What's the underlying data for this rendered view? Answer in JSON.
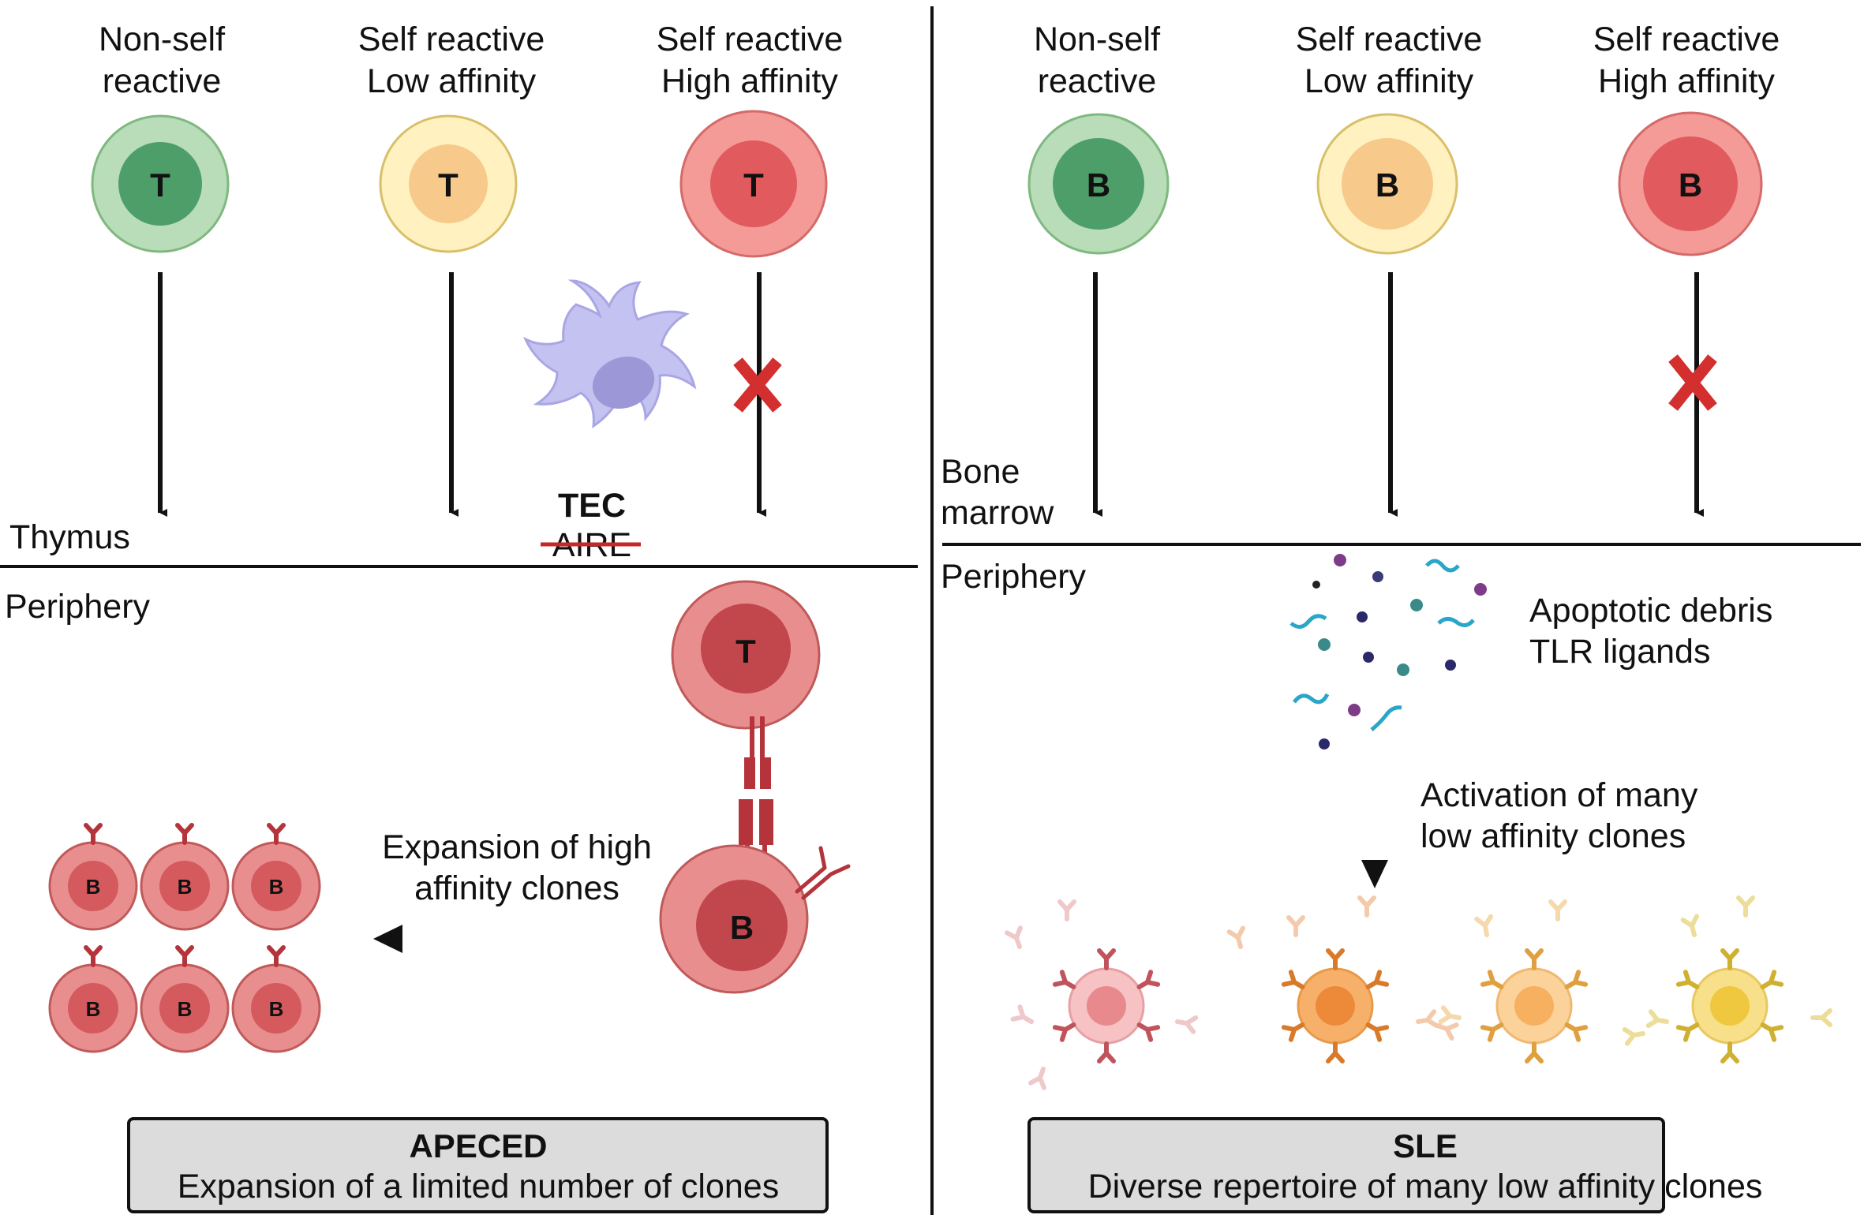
{
  "left_panel": {
    "columns": [
      {
        "line1": "Non-self",
        "line2": "reactive",
        "cell_letter": "T",
        "outer": "#b9dcb9",
        "ring": "#7fb97f",
        "inner": "#4e9e6a"
      },
      {
        "line1": "Self reactive",
        "line2": "Low affinity",
        "cell_letter": "T",
        "outer": "#fff2c0",
        "ring": "#d9bf6a",
        "inner": "#f7c98a"
      },
      {
        "line1": "Self reactive",
        "line2": "High affinity",
        "cell_letter": "T",
        "outer": "#f49a97",
        "ring": "#d46a6a",
        "inner": "#e05a5e"
      }
    ],
    "compartment_top": "Thymus",
    "tec_label": "TEC",
    "aire_label": "AIRE",
    "compartment_bottom": "Periphery",
    "t_cell_letter": "T",
    "b_cell_letter": "B",
    "expansion_line1": "Expansion of high",
    "expansion_line2": "affinity clones",
    "clone_letter": "B",
    "box_title": "APECED",
    "box_subtitle": "Expansion of a limited number of clones"
  },
  "right_panel": {
    "columns": [
      {
        "line1": "Non-self",
        "line2": "reactive",
        "cell_letter": "B",
        "outer": "#b9dcb9",
        "ring": "#7fb97f",
        "inner": "#4e9e6a"
      },
      {
        "line1": "Self reactive",
        "line2": "Low affinity",
        "cell_letter": "B",
        "outer": "#fff2c0",
        "ring": "#d9bf6a",
        "inner": "#f7c98a"
      },
      {
        "line1": "Self reactive",
        "line2": "High affinity",
        "cell_letter": "B",
        "outer": "#f49a97",
        "ring": "#d46a6a",
        "inner": "#e05a5e"
      }
    ],
    "compartment_top_line1": "Bone",
    "compartment_top_line2": "marrow",
    "compartment_bottom": "Periphery",
    "debris_line1": "Apoptotic debris",
    "debris_line2": "TLR ligands",
    "activation_line1": "Activation of many",
    "activation_line2": "low affinity clones",
    "plasma_cells": [
      {
        "name": "plasma-cell-pink",
        "outer": "#f6c2c4",
        "inner": "#e8898e",
        "antibody": "#c0545c"
      },
      {
        "name": "plasma-cell-orange",
        "outer": "#f7b06a",
        "inner": "#ec8a3a",
        "antibody": "#d97a2a"
      },
      {
        "name": "plasma-cell-light-orange",
        "outer": "#fbd39a",
        "inner": "#f6b060",
        "antibody": "#e0a040"
      },
      {
        "name": "plasma-cell-yellow",
        "outer": "#f8e08a",
        "inner": "#efc840",
        "antibody": "#d0b030"
      }
    ],
    "box_title": "SLE",
    "box_subtitle": "Diverse repertoire of many low affinity clones"
  },
  "colors": {
    "clone_outer": "#e98e8e",
    "clone_inner": "#d45a5e",
    "clone_antibody": "#b5343b",
    "block_x": "#d32f2f",
    "tec_cell": "#c4c2f0",
    "tec_nucleus": "#9c98d8",
    "box_fill": "#dcdcdc"
  }
}
